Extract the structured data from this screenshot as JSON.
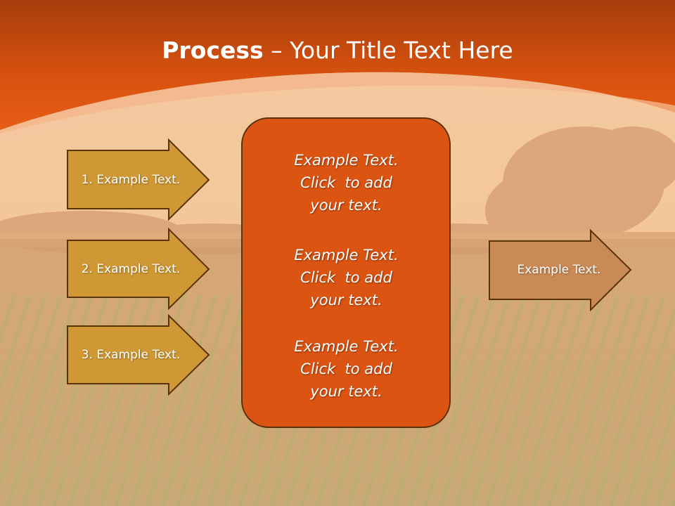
{
  "title": {
    "bold": "Process",
    "rest": " – Your Title Text Here"
  },
  "left_arrows": [
    {
      "label": "1. Example Text."
    },
    {
      "label": "2. Example Text."
    },
    {
      "label": "3. Example Text."
    }
  ],
  "center_box": {
    "paragraphs": [
      {
        "line1": "Example Text.",
        "line2": "Click  to add",
        "line3": "your text."
      },
      {
        "line1": "Example Text.",
        "line2": "Click  to add",
        "line3": "your text."
      },
      {
        "line1": "Example Text.",
        "line2": "Click  to add",
        "line3": "your text."
      }
    ]
  },
  "right_arrow": {
    "label": "Example Text."
  },
  "colors": {
    "banner": "#e05514",
    "center_box": "#dc5412",
    "left_arrow_fill": "#cf9834",
    "right_arrow_fill": "#c98a56",
    "outline": "#5a3308"
  }
}
